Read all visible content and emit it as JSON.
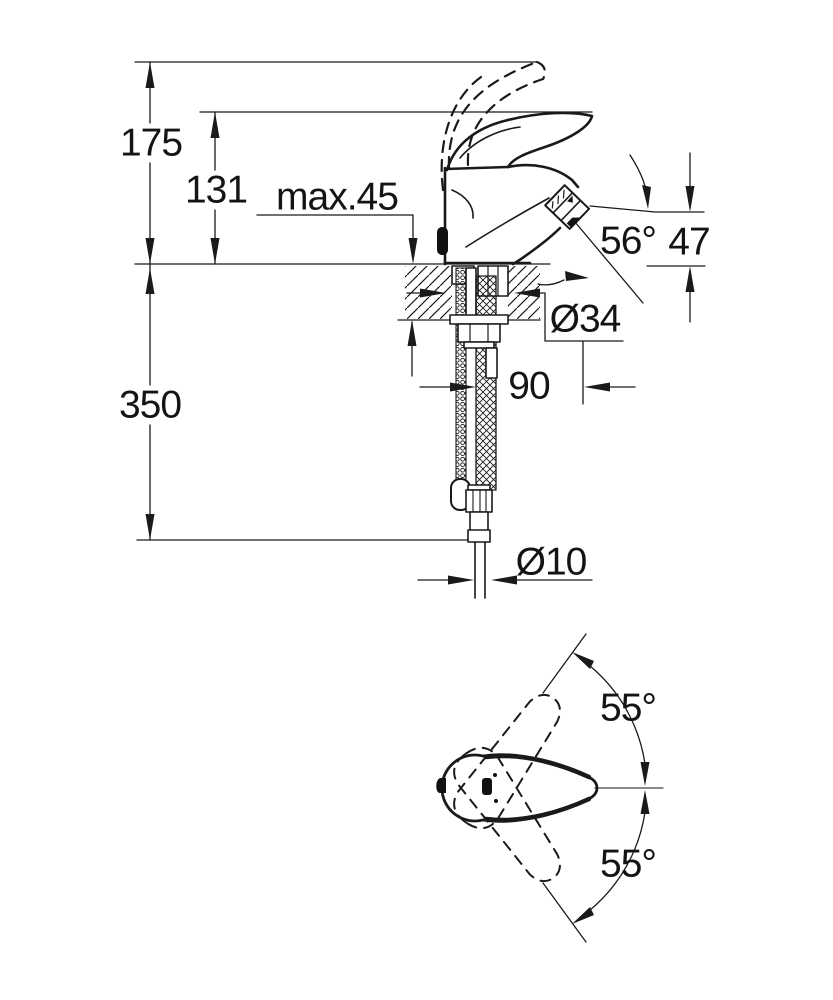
{
  "drawing_type": "technical-dimension-drawing",
  "subject": "single-lever-faucet",
  "side_view": {
    "labels": {
      "overall_height": "175",
      "spout_height": "131",
      "max_mounting_thickness": "max.45",
      "outlet_angle": "56°",
      "outlet_height": "47",
      "mounting_hole_diameter": "Ø34",
      "projection": "90",
      "hose_length": "350",
      "supply_pipe_diameter": "Ø10"
    }
  },
  "top_view": {
    "labels": {
      "handle_swing_upper": "55°",
      "handle_swing_lower": "55°"
    }
  },
  "colors": {
    "line": "#1a1a1a",
    "background": "#ffffff"
  }
}
